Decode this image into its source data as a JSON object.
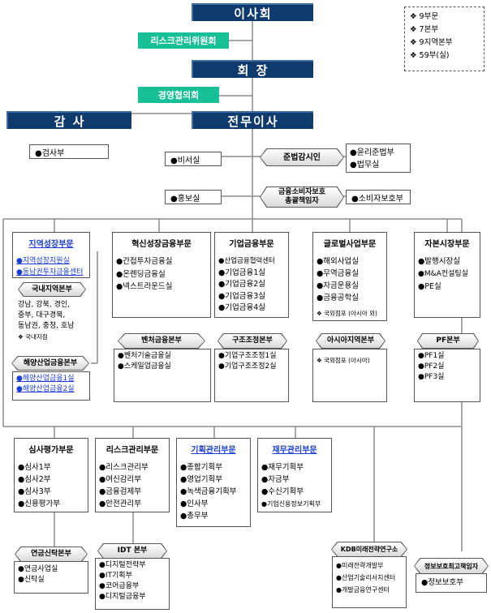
{
  "top": {
    "board": "이사회",
    "risk_committee": "리스크관리위원회",
    "chairman": "회  장",
    "mgmt_council": "경영협의회",
    "auditor": "감  사",
    "exec_director": "전무이사"
  },
  "audit_dept": "●검사부",
  "left_staff": {
    "secretary": "●비서실",
    "pr": "●홍보실"
  },
  "compliance": {
    "officer": "준법감시인",
    "items": [
      "●윤리준법부",
      "●법무실"
    ]
  },
  "consumer": {
    "officer_line1": "금융소비자보호",
    "officer_line2": "총괄책임자",
    "item": "●소비자보호부"
  },
  "legend": [
    "❖ 9부문",
    "❖ 7본부",
    "❖ 9지역본부",
    "❖ 59부(실)"
  ],
  "regional": {
    "title": "지역성장부문",
    "items": [
      "●지역성장지원실",
      "●동남권투자금융센터"
    ],
    "domestic_hq": "국내지역본부",
    "domestic_lines": [
      "강남, 강북, 경인,",
      "중부, 대구경북,",
      "동남권, 충청, 호남"
    ],
    "domestic_note": "❖ 국내지점",
    "marine_hq": "해양산업금융본부",
    "marine_items": [
      "●해양산업금융1실",
      "●해양산업금융2실"
    ]
  },
  "innovation": {
    "title": "혁신성장금융부문",
    "items": [
      "●간접투자금융실",
      "●온렌딩금융실",
      "●넥스트라운드실"
    ],
    "venture_hq": "벤처금융본부",
    "venture_items": [
      "●벤처기술금융실",
      "●스케일업금융실"
    ]
  },
  "corporate": {
    "title": "기업금융부문",
    "items": [
      "●산업금융협력센터",
      "●기업금융1실",
      "●기업금융2실",
      "●기업금융3실",
      "●기업금융4실"
    ],
    "restructure_hq": "구조조정본부",
    "restructure_items": [
      "●기업구조조정1실",
      "●기업구조조정2실"
    ]
  },
  "global": {
    "title": "글로벌사업부문",
    "items": [
      "●해외사업실",
      "●무역금융실",
      "●자금운용실",
      "●금융공학실"
    ],
    "note": "❖ 국외점포 (아시아 외)",
    "asia_hq": "아시아지역본부",
    "asia_note": "❖ 국외점포 (아시아)"
  },
  "capital": {
    "title": "자본시장부문",
    "items": [
      "●발행시장실",
      "●M&A컨설팅실",
      "●PE실"
    ],
    "pf_hq": "PF본부",
    "pf_items": [
      "●PF1실",
      "●PF2실",
      "●PF3실"
    ]
  },
  "credit_eval": {
    "title": "심사평가부문",
    "items": [
      "●심사1부",
      "●심사2부",
      "●심사3부",
      "●신용평가부"
    ],
    "pension_hq": "연금신탁본부",
    "pension_items": [
      "●연금사업실",
      "●신탁실"
    ]
  },
  "risk": {
    "title": "리스크관리부문",
    "items": [
      "●리스크관리부",
      "●여신감리부",
      "●금융검제부",
      "●안전관리부"
    ],
    "idt_hq": "IDT 본부",
    "idt_items": [
      "●디지털전략부",
      "●IT기획부",
      "●코어금융부",
      "●디지털금융부"
    ]
  },
  "planning": {
    "title": "기획관리부문",
    "items": [
      "●종합기획부",
      "●영업기획부",
      "●녹색금융기획부",
      "●인사부",
      "●총무부"
    ]
  },
  "finance": {
    "title": "재무관리부문",
    "items": [
      "●재무기획부",
      "●자금부",
      "●수신기획부",
      "●기업신용정보기획부"
    ]
  },
  "kdb_research": {
    "title": "KDB미래전략연구소",
    "items": [
      "●미래전략개발부",
      "●산업기술리서치센터",
      "●개발금융연구센터"
    ]
  },
  "info_security": {
    "title": "정보보호최고책임자",
    "items": [
      "●정보보호부"
    ]
  },
  "colors": {
    "navy": "#0f3a6e",
    "green": "#17bf96",
    "link_blue": "#1a3ed6"
  }
}
